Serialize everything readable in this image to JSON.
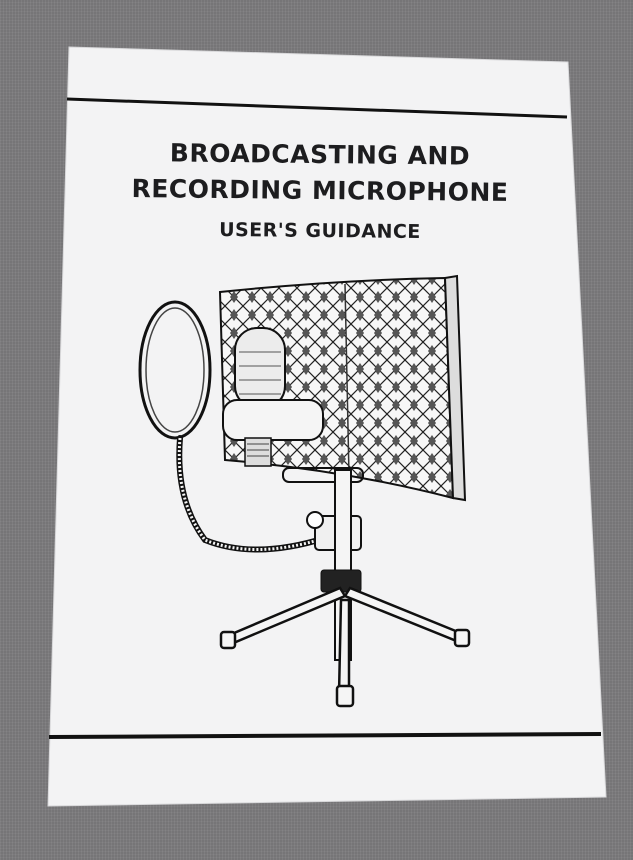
{
  "manual": {
    "title_line1": "BROADCASTING AND",
    "title_line2": "RECORDING MICROPHONE",
    "subtitle": "USER'S GUIDANCE"
  },
  "colors": {
    "background": "#7d7c7e",
    "paper": "#f3f3f4",
    "ink": "#1d1d1f"
  }
}
